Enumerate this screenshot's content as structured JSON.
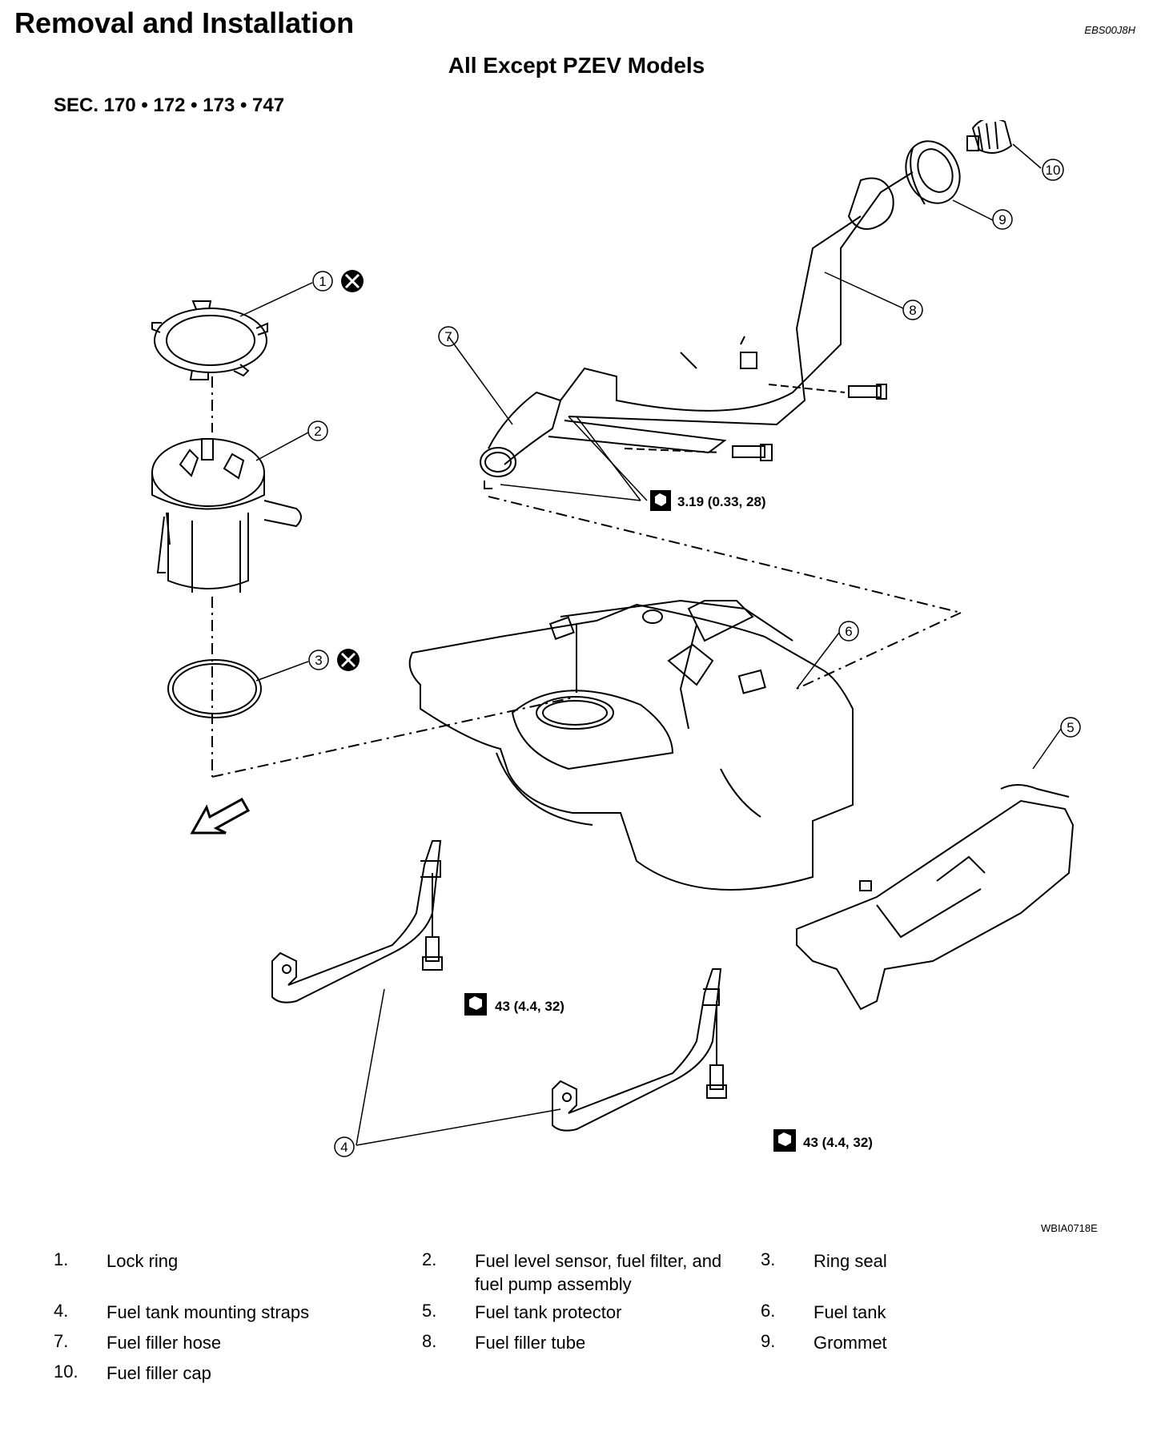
{
  "header": {
    "title": "Removal and Installation",
    "code": "EBS00J8H"
  },
  "subtitle": "All Except PZEV Models",
  "section_refs": "SEC. 170 • 172 • 173 • 747",
  "figure_code": "WBIA0718E",
  "callouts": [
    "1",
    "2",
    "3",
    "4",
    "5",
    "6",
    "7",
    "8",
    "9",
    "10"
  ],
  "torque_specs": {
    "filler_hose": "3.19 (0.33, 28)",
    "strap_bolt_upper": "43 (4.4, 32)",
    "strap_bolt_lower": "43 (4.4, 32)"
  },
  "legend": [
    {
      "num": "1.",
      "text": "Lock ring"
    },
    {
      "num": "2.",
      "text": "Fuel level sensor, fuel filter, and fuel pump assembly"
    },
    {
      "num": "3.",
      "text": "Ring seal"
    },
    {
      "num": "4.",
      "text": "Fuel tank mounting straps"
    },
    {
      "num": "5.",
      "text": "Fuel tank protector"
    },
    {
      "num": "6.",
      "text": "Fuel tank"
    },
    {
      "num": "7.",
      "text": "Fuel filler hose"
    },
    {
      "num": "8.",
      "text": "Fuel filler tube"
    },
    {
      "num": "9.",
      "text": "Grommet"
    },
    {
      "num": "10.",
      "text": "Fuel filler cap"
    }
  ],
  "icons": [
    "do-not-reuse-icon",
    "torque-wrench-icon",
    "front-arrow-icon"
  ]
}
